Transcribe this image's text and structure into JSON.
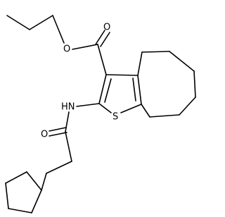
{
  "molecule": {
    "atoms": {
      "ester_oxygen": "O",
      "carbonyl_oxygen_ester": "O",
      "amide_nitrogen": "HN",
      "amide_oxygen": "O",
      "thiophene_sulfur": "S"
    }
  }
}
